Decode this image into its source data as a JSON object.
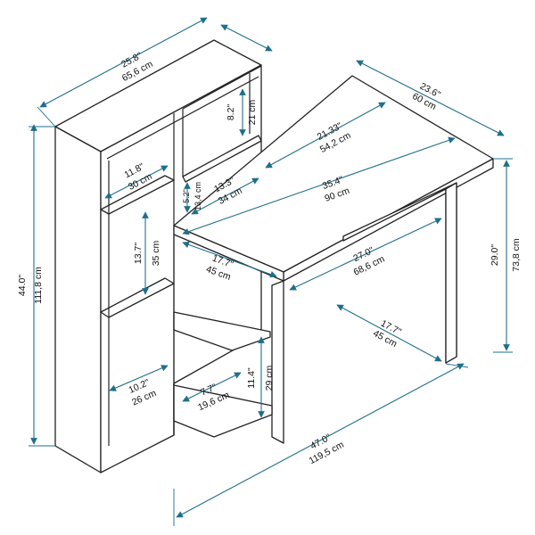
{
  "colors": {
    "dimension": "#1f6f8b",
    "outline": "#222222",
    "background": "#ffffff"
  },
  "dimensions": {
    "shelf_width": {
      "in": "25.8\"",
      "cm": "65,6 cm"
    },
    "desk_depth": {
      "in": "23.6\"",
      "cm": "60 cm"
    },
    "compartment_h": {
      "in": "8.2\"",
      "cm": "21 cm"
    },
    "desk_inner": {
      "in": "21.33\"",
      "cm": "54,2 cm"
    },
    "cubby_w": {
      "in": "11.8\"",
      "cm": "30 cm"
    },
    "small_h": {
      "in": "5.2\"",
      "cm": "13,4 cm"
    },
    "mid_w": {
      "in": "13.3\"",
      "cm": "34 cm"
    },
    "desk_width": {
      "in": "35.4\"",
      "cm": "90 cm"
    },
    "total_height": {
      "in": "44.0\"",
      "cm": "111,8 cm"
    },
    "shelf_h": {
      "in": "13.7\"",
      "cm": "35 cm"
    },
    "desk_height": {
      "in": "29.0\"",
      "cm": "73,8 cm"
    },
    "legroom_w": {
      "in": "27.0\"",
      "cm": "68,6 cm"
    },
    "shelf_depth": {
      "in": "17.7\"",
      "cm": "45 cm"
    },
    "side_depth": {
      "in": "17.7\"",
      "cm": "45 cm"
    },
    "lower_shelf_h": {
      "in": "11.4\"",
      "cm": "29 cm"
    },
    "bottom_cubby_w": {
      "in": "10.2\"",
      "cm": "26 cm"
    },
    "small_shelf_w": {
      "in": "7.7\"",
      "cm": "19,6 cm"
    },
    "total_width": {
      "in": "47.0\"",
      "cm": "119,5 cm"
    }
  }
}
